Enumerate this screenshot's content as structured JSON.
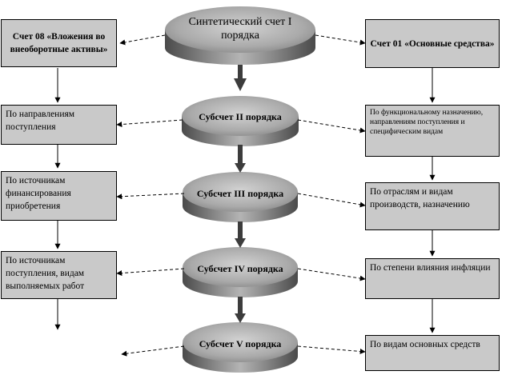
{
  "center": {
    "top": "Синтетический счет I порядка",
    "sub2": "Субсчет II порядка",
    "sub3": "Субсчет III порядка",
    "sub4": "Субсчет IV порядка",
    "sub5": "Субсчет V порядка"
  },
  "left": {
    "header": "Счет 08 «Вложения во внеоборотные активы»",
    "level2": "По направлениям поступления",
    "level3": "По источникам финансирования приобретения",
    "level4": "По источникам поступления, видам выполняемых работ"
  },
  "right": {
    "header": "Счет 01 «Основные средства»",
    "level2": "По функциональному назначению, направлениям поступления и специфическим видам",
    "level3": "По отраслям и видам производств, назначению",
    "level4": "По степени влияния инфляции",
    "level5": "По видам основных средств"
  }
}
